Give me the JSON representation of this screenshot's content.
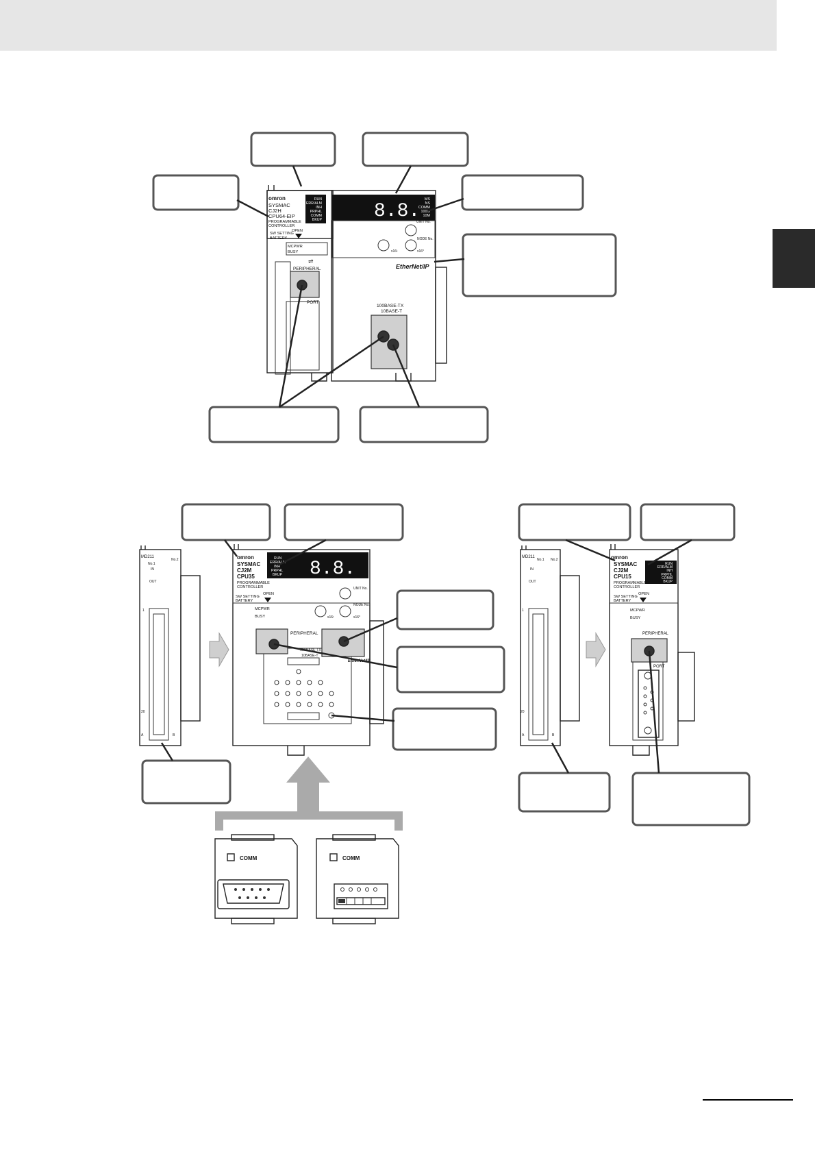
{
  "unit1": {
    "brand": "omron",
    "model_lines": [
      "SYSMAC",
      "CJ2H",
      "CPU64-EIP",
      "PROGRAMMABLE",
      "CONTROLLER"
    ],
    "indicators": [
      "RUN",
      "ERR/ALM",
      "INH",
      "PRPHL",
      "COMM",
      "BKUP"
    ],
    "sw_setting": "SW SETTING",
    "battery": "BATTERY",
    "open": "OPEN",
    "mcpwr": "MCPWR",
    "busy": "BUSY",
    "peripheral": "PERIPHERAL",
    "port": "PORT",
    "segment": "8.8.",
    "eip_indicators": [
      "MS",
      "NS",
      "COMM",
      "100M",
      "10M"
    ],
    "unit_no": "UNIT No.",
    "node_no": "NODE No.",
    "x161": "x16¹",
    "x160": "x16⁰",
    "ethernet_ip": "EtherNet/IP",
    "base_tx": "100BASE-TX",
    "base_t": "10BASE-T"
  },
  "unit2": {
    "brand": "omron",
    "model_lines": [
      "SYSMAC",
      "CJ2M",
      "CPU35",
      "PROGRAMMABLE",
      "CONTROLLER"
    ],
    "indicators": [
      "RUN",
      "ERR/ALM",
      "INH",
      "PRPHL",
      "BKUP"
    ],
    "segment": "8.8.",
    "sw_setting": "SW SETTING",
    "battery": "BATTERY",
    "open": "OPEN",
    "mcpwr": "MCPWR",
    "busy": "BUSY",
    "peripheral": "PERIPHERAL",
    "unit_no": "UNIT No.",
    "node_no": "NODE No.",
    "x161": "x16¹",
    "x160": "x16⁰",
    "base_tx": "100BASE-TX",
    "base_t": "10BASE-T",
    "ethernet_ip": "EtherNet/IP"
  },
  "unit3": {
    "brand": "omron",
    "model_lines": [
      "SYSMAC",
      "CJ2M",
      "CPU15",
      "PROGRAMMABLE",
      "CONTROLLER"
    ],
    "indicators": [
      "RUN",
      "ERR/ALM",
      "INH",
      "PRPHL",
      "COMM",
      "BKUP"
    ],
    "sw_setting": "SW SETTING",
    "battery": "BATTERY",
    "open": "OPEN",
    "mcpwr": "MCPWR",
    "busy": "BUSY",
    "peripheral": "PERIPHERAL",
    "port": "PORT"
  },
  "io_unit": {
    "model": "MD211",
    "no1": "No.1",
    "no2": "No.2",
    "in": "IN",
    "out": "OUT",
    "pin1": "1",
    "pin20": "20",
    "col_a": "A",
    "col_b": "B"
  },
  "option_boards": {
    "board1_label": "COMM",
    "board2_label": "COMM"
  },
  "colors": {
    "callout_border": "#555555",
    "arrow_fill": "#cfcfcf",
    "display_bg": "#111111"
  }
}
